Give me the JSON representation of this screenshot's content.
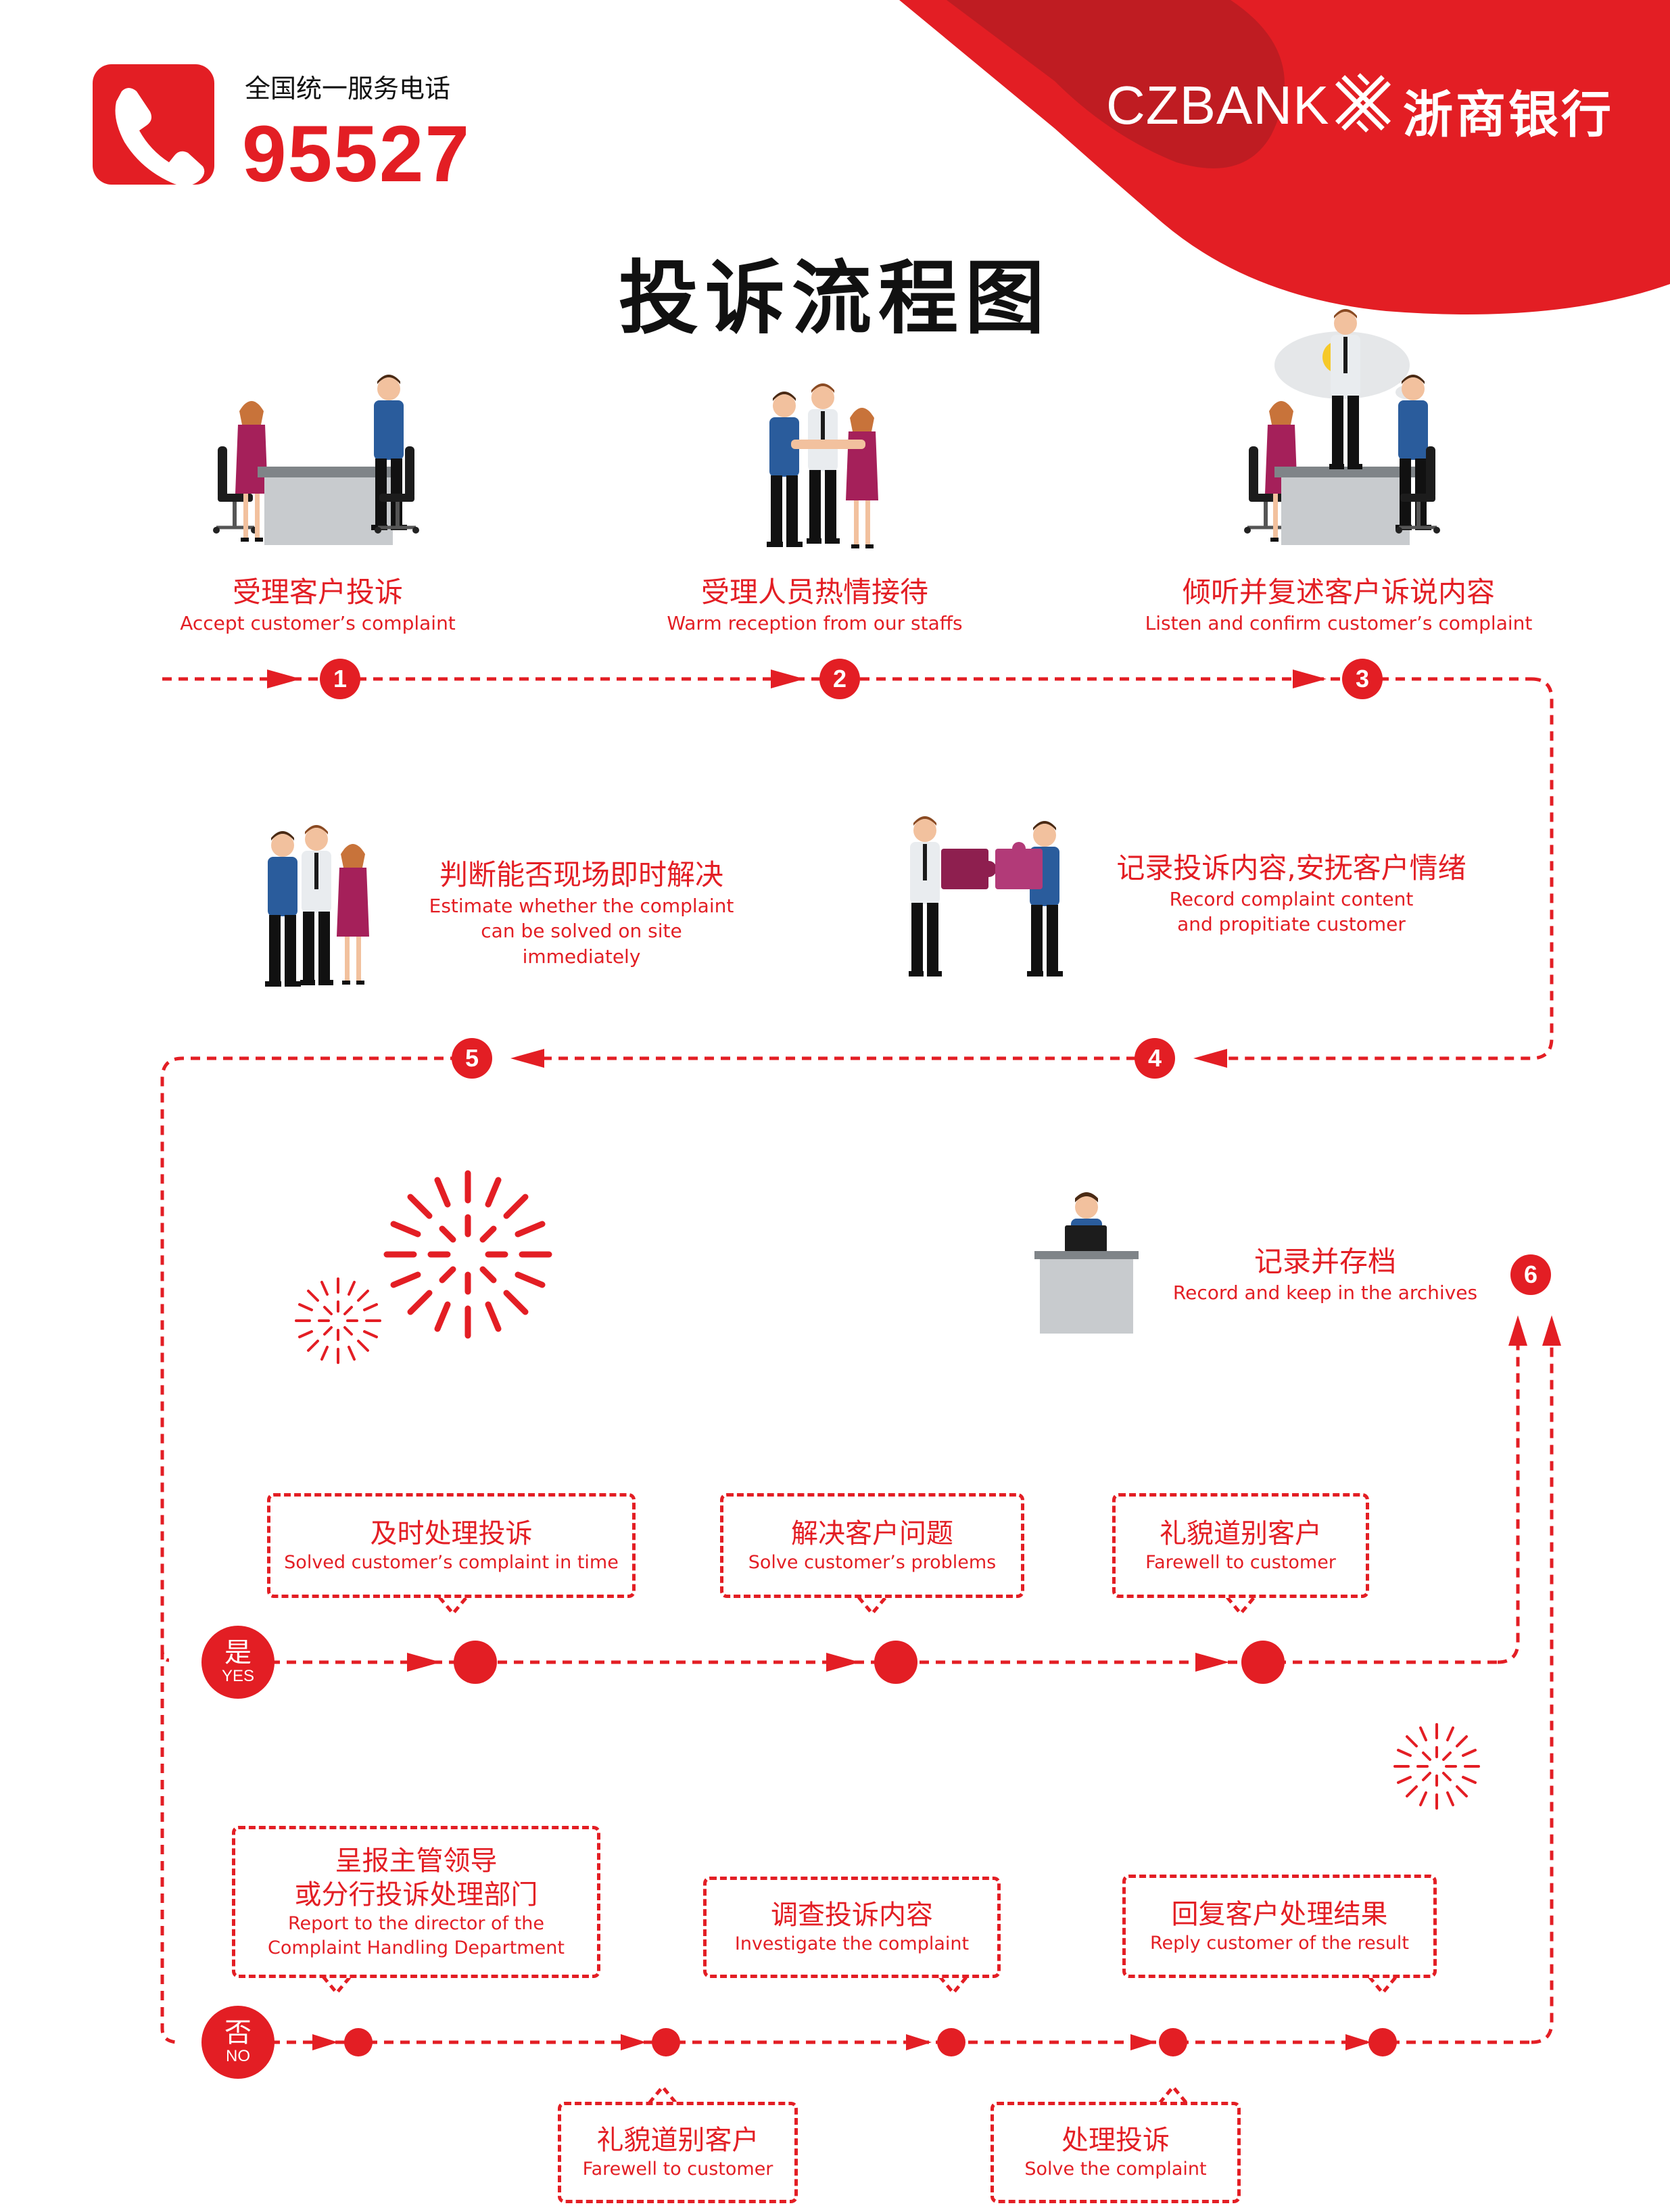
{
  "header": {
    "hotline_label": "全国统一服务电话",
    "hotline_number": "95527",
    "brand_en": "CZBANK",
    "brand_cn": "浙商银行"
  },
  "title": "投诉流程图",
  "steps": [
    {
      "num": "1",
      "cn": "受理客户投诉",
      "en": "Accept customer’s complaint"
    },
    {
      "num": "2",
      "cn": "受理人员热情接待",
      "en": "Warm reception from our staffs"
    },
    {
      "num": "3",
      "cn": "倾听并复述客户诉说内容",
      "en": "Listen and confirm customer’s complaint"
    },
    {
      "num": "4",
      "cn": "记录投诉内容,安抚客户情绪",
      "en1": "Record complaint content",
      "en2": "and propitiate customer"
    },
    {
      "num": "5",
      "cn": "判断能否现场即时解决",
      "en1": "Estimate whether the complaint",
      "en2": "can be solved on site immediately"
    },
    {
      "num": "6",
      "cn": "记录并存档",
      "en": "Record and keep in the archives"
    }
  ],
  "yes_branch": {
    "cn": "是",
    "en": "YES",
    "boxes": [
      {
        "cn": "及时处理投诉",
        "en": "Solved customer’s complaint in time"
      },
      {
        "cn": "解决客户问题",
        "en": "Solve customer’s problems"
      },
      {
        "cn": "礼貌道别客户",
        "en": "Farewell to customer"
      }
    ]
  },
  "no_branch": {
    "cn": "否",
    "en": "NO",
    "top_boxes": [
      {
        "cn1": "呈报主管领导",
        "cn2": "或分行投诉处理部门",
        "en1": "Report to the director of the",
        "en2": "Complaint Handling Department"
      },
      {
        "cn": "调查投诉内容",
        "en": "Investigate the complaint"
      },
      {
        "cn": "回复客户处理结果",
        "en": "Reply customer of the result"
      }
    ],
    "bottom_boxes": [
      {
        "cn": "礼貌道别客户",
        "en": "Farewell to customer"
      },
      {
        "cn": "处理投诉",
        "en": "Solve the complaint"
      }
    ]
  },
  "colors": {
    "accent": "#e31e24",
    "dark_red": "#b81c22",
    "text_dark": "#111111",
    "skin": "#f2c19e",
    "desk": "#c8cbce"
  },
  "icons": [
    "phone-icon",
    "czbank-logo-icon",
    "lightbulb-icon",
    "firework-icon",
    "puzzle-icon"
  ]
}
